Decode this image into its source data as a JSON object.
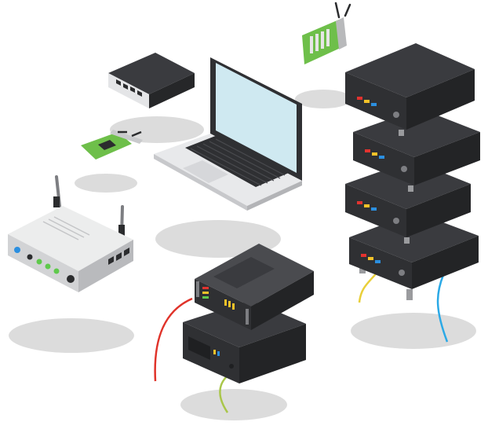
{
  "scene": {
    "description_free": true,
    "colors": {
      "background": "#ffffff",
      "shadow": "#dcdcdc",
      "device_dark": "#2f3033",
      "device_darker": "#1f2022",
      "device_mid": "#4a4b4f",
      "device_light": "#d9dadc",
      "laptop_screen": "#cfe9f1",
      "pcb_green": "#6ebf4a",
      "led_green": "#5fc94c",
      "led_red": "#e2332f",
      "led_yellow": "#f3c229",
      "led_blue": "#2b8fe0",
      "cable_red": "#e0332a",
      "cable_yellow": "#e9cf3a",
      "cable_green": "#a9c64a",
      "cable_blue": "#2ba9e6"
    },
    "objects": [
      {
        "name": "ethernet-switch",
        "icon": "switch-icon"
      },
      {
        "name": "wifi-card-top",
        "icon": "pcie-card-icon"
      },
      {
        "name": "network-card-small",
        "icon": "network-card-icon"
      },
      {
        "name": "laptop",
        "icon": "laptop-icon"
      },
      {
        "name": "wifi-router",
        "icon": "router-icon"
      },
      {
        "name": "rack-units-center",
        "icon": "rack-server-icon"
      },
      {
        "name": "server-stack-right",
        "icon": "server-stack-icon"
      }
    ]
  }
}
